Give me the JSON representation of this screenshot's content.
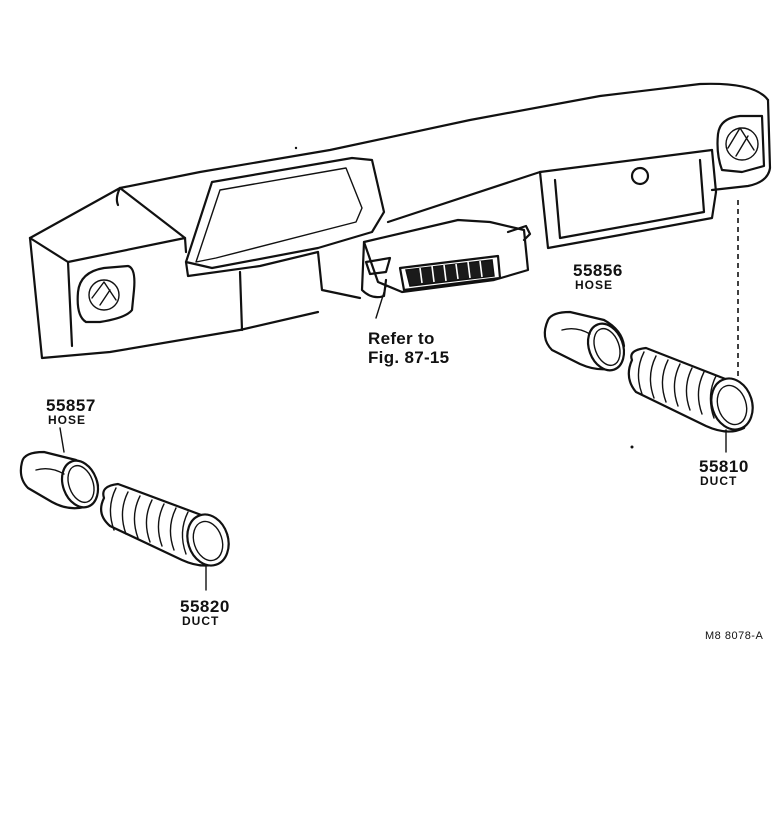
{
  "parts": [
    {
      "number": "55856",
      "name": "HOSE"
    },
    {
      "number": "55810",
      "name": "DUCT"
    },
    {
      "number": "55857",
      "name": "HOSE"
    },
    {
      "number": "55820",
      "name": "DUCT"
    }
  ],
  "reference": {
    "line1": "Refer to",
    "line2": "Fig. 87-15"
  },
  "drawing_code": "M8  8078-A"
}
